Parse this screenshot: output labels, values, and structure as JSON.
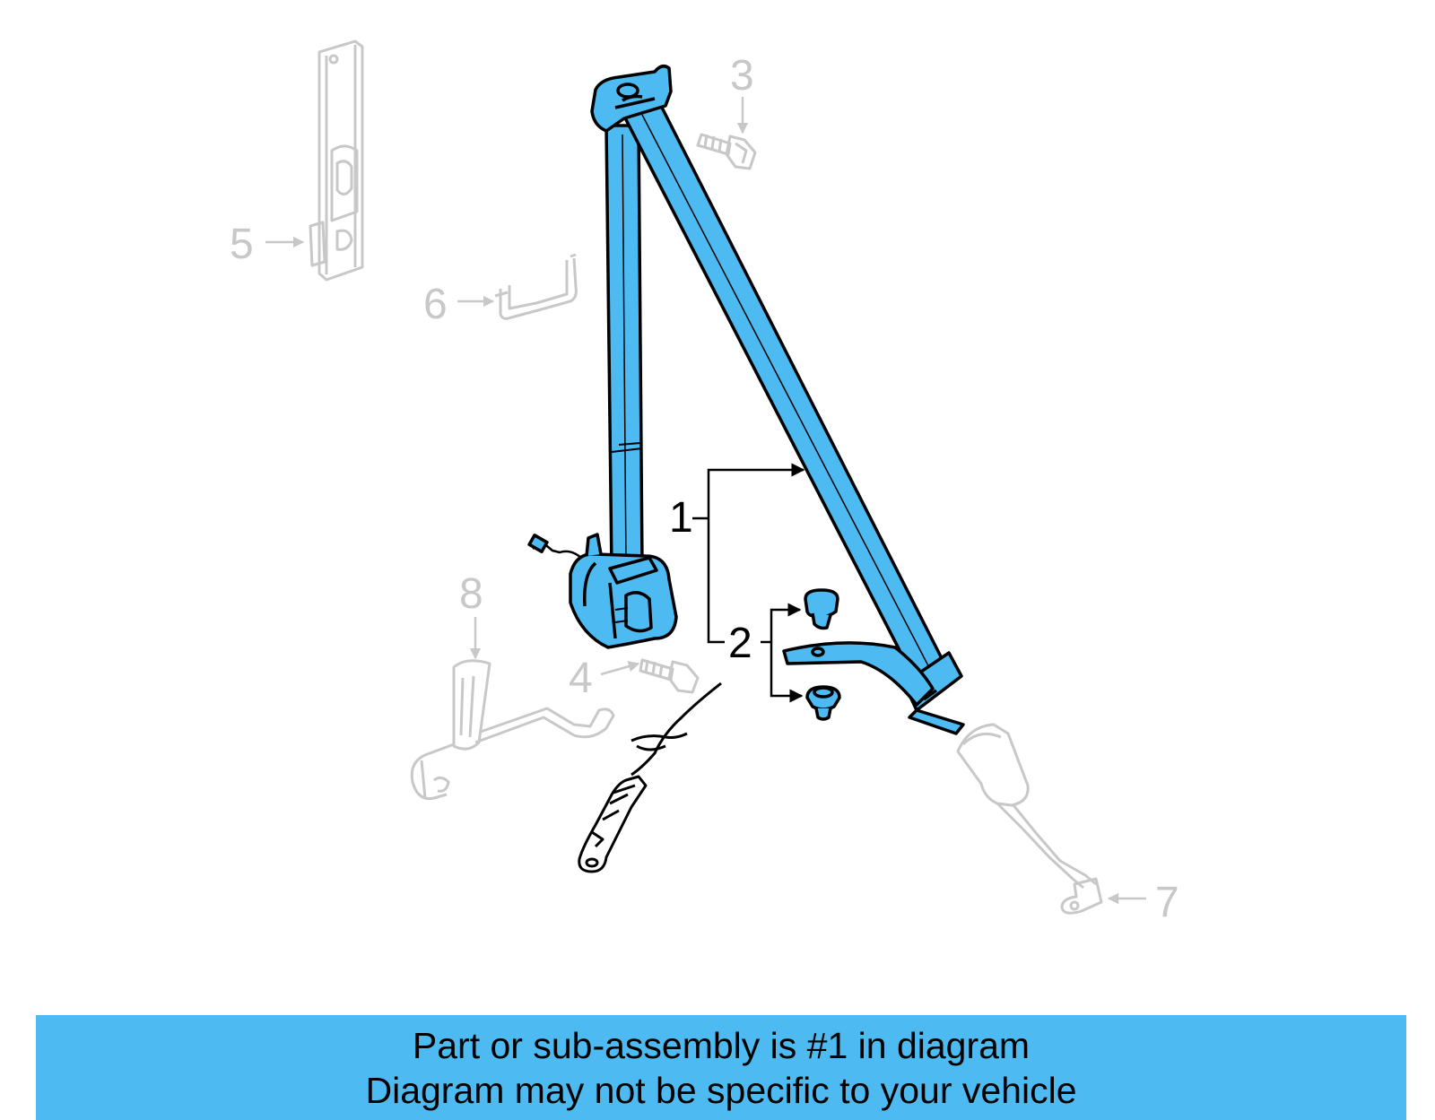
{
  "diagram": {
    "callouts": {
      "c1": "1",
      "c2": "2",
      "c3": "3",
      "c4": "4",
      "c5": "5",
      "c6": "6",
      "c7": "7",
      "c8": "8"
    },
    "highlighted_part": "1",
    "colors": {
      "highlight_fill": "#4dbaf2",
      "outline": "#000000",
      "dimmed": "#c8c8c8",
      "banner": "#4dbaf2"
    }
  },
  "banner": {
    "line1": "Part or sub-assembly is #1 in diagram",
    "line2": "Diagram may not be specific to your vehicle"
  }
}
